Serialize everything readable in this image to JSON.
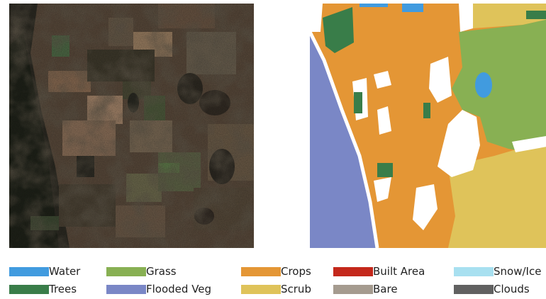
{
  "colors": {
    "water": "#419bdf",
    "trees": "#397d49",
    "grass": "#88b053",
    "flooded_veg": "#7a87c6",
    "crops": "#e49635",
    "scrub": "#dfc35a",
    "built_area": "#c4281b",
    "bare": "#a59b8f",
    "snow_ice": "#b39fe1",
    "clouds": "#616161"
  },
  "legend": {
    "items": [
      {
        "key": "water",
        "label": "Water",
        "color": "#419bdf"
      },
      {
        "key": "trees",
        "label": "Trees",
        "color": "#397d49"
      },
      {
        "key": "grass",
        "label": "Grass",
        "color": "#88b053"
      },
      {
        "key": "flooded_veg",
        "label": "Flooded Veg",
        "color": "#7a87c6"
      },
      {
        "key": "crops",
        "label": "Crops",
        "color": "#e49635"
      },
      {
        "key": "scrub",
        "label": "Scrub",
        "color": "#dfc35a"
      },
      {
        "key": "built_area",
        "label": "Built Area",
        "color": "#c4281b"
      },
      {
        "key": "bare",
        "label": "Bare",
        "color": "#a59b8f"
      },
      {
        "key": "snow_ice",
        "label": "Snow/Ice",
        "color": "#a8e0f0"
      },
      {
        "key": "clouds",
        "label": "Clouds",
        "color": "#616161"
      }
    ]
  }
}
